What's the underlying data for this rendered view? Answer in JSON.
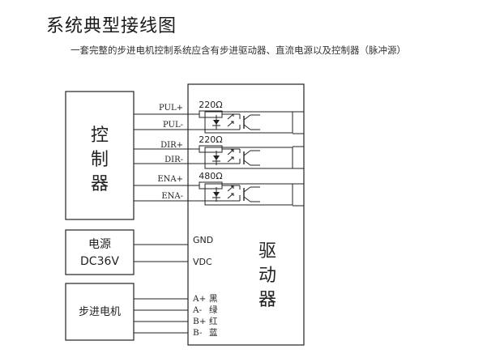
{
  "title": "系统典型接线图",
  "subtitle": "一套完整的步进电机控制系统应含有步进驱动器、直流电源以及控制器（脉冲源）",
  "controller": {
    "c1": "控",
    "c2": "制",
    "c3": "器"
  },
  "driver": {
    "c1": "驱",
    "c2": "动",
    "c3": "器"
  },
  "signals": {
    "pul_pos": "PUL+",
    "pul_neg": "PUL-",
    "dir_pos": "DIR+",
    "dir_neg": "DIR-",
    "ena_pos": "ENA+",
    "ena_neg": "ENA-"
  },
  "resistors": {
    "r1": "220Ω",
    "r2": "220Ω",
    "r3": "480Ω"
  },
  "power": {
    "line1": "电源",
    "line2": "DC36V",
    "gnd": "GND",
    "vdc": "VDC"
  },
  "motor": {
    "label": "步进电机",
    "terminals": [
      "A+",
      "A-",
      "B+",
      "B-"
    ],
    "colors": [
      "黑",
      "绿",
      "红",
      "蓝"
    ]
  }
}
